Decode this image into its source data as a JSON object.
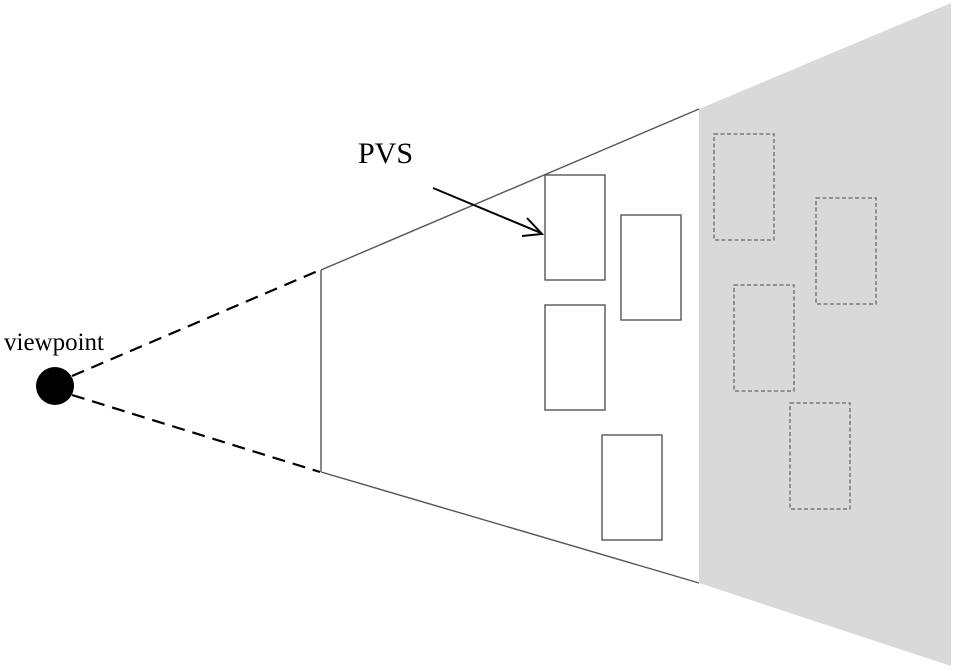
{
  "labels": {
    "viewpoint": "viewpoint",
    "pvs": "PVS"
  },
  "colors": {
    "ink": "#000000",
    "line": "#555555",
    "occluded_region": "#d9d9d9",
    "background": "#ffffff"
  },
  "visible_objects": {
    "count": 4,
    "style": "solid"
  },
  "occluded_objects": {
    "count": 4,
    "style": "dashed"
  }
}
